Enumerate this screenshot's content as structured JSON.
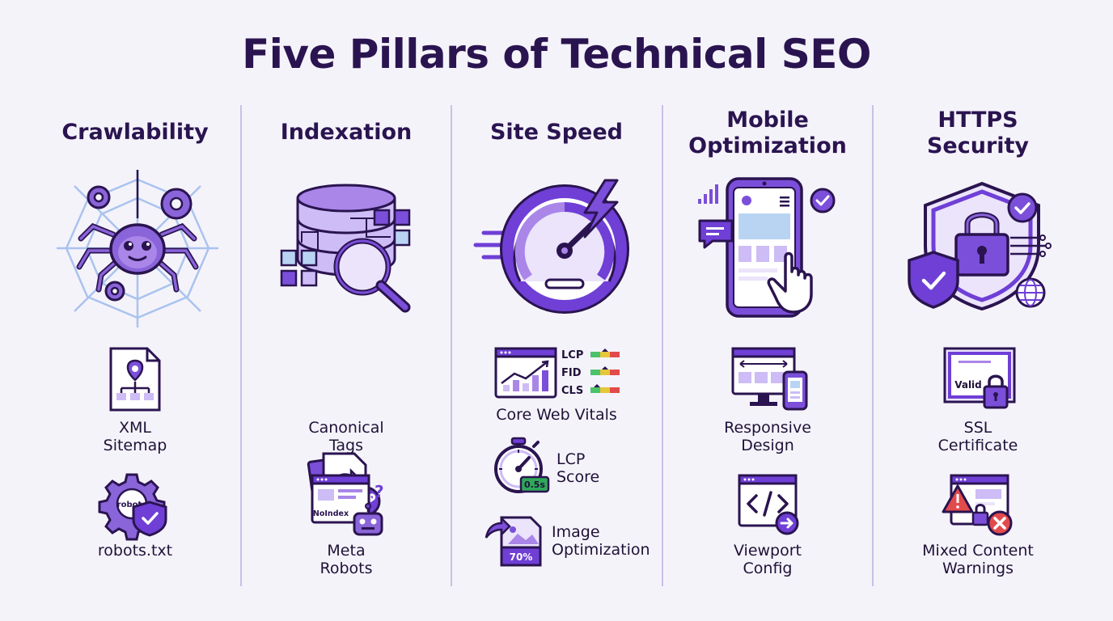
{
  "title": "Five Pillars of Technical SEO",
  "colors": {
    "primary": "#6f3fd6",
    "dark": "#2a1450",
    "light": "#cdbcf5",
    "pale": "#ebe4fb",
    "accent_blue": "#b9d4f3",
    "divider": "#cbbfe6",
    "red": "#e24b4b",
    "yellow": "#e6c63a",
    "green": "#4cc26a"
  },
  "pillars": [
    {
      "title_lines": [
        "Crawlability"
      ],
      "hero_icon": "spider-web-icon",
      "items": [
        {
          "icon": "xml-sitemap-icon",
          "label_lines": [
            "XML",
            "Sitemap"
          ]
        },
        {
          "icon": "robots-gear-icon",
          "badge": "robots",
          "label_lines": [
            "robots.txt"
          ]
        }
      ]
    },
    {
      "title_lines": [
        "Indexation"
      ],
      "hero_icon": "database-search-icon",
      "items": [
        {
          "icon": "canonical-tags-icon",
          "label_lines": [
            "Canonical",
            "Tags"
          ]
        },
        {
          "icon": "meta-robots-icon",
          "badge": "NoIndex",
          "label_lines": [
            "Meta",
            "Robots"
          ]
        }
      ]
    },
    {
      "title_lines": [
        "Site Speed"
      ],
      "hero_icon": "speedometer-icon",
      "items": [
        {
          "icon": "core-web-vitals-icon",
          "metrics": [
            "LCP",
            "FID",
            "CLS"
          ],
          "label_lines": [
            "Core Web Vitals"
          ]
        },
        {
          "icon": "stopwatch-icon",
          "badge": "0.5s",
          "label_lines": [
            "LCP",
            "Score"
          ]
        },
        {
          "icon": "image-optimization-icon",
          "badge": "70%",
          "label_lines": [
            "Image",
            "Optimization"
          ]
        }
      ]
    },
    {
      "title_lines": [
        "Mobile",
        "Optimization"
      ],
      "hero_icon": "smartphone-touch-icon",
      "items": [
        {
          "icon": "responsive-design-icon",
          "label_lines": [
            "Responsive",
            "Design"
          ]
        },
        {
          "icon": "viewport-code-icon",
          "label_lines": [
            "Viewport",
            "Config"
          ]
        }
      ]
    },
    {
      "title_lines": [
        "HTTPS",
        "Security"
      ],
      "hero_icon": "shield-lock-icon",
      "items": [
        {
          "icon": "ssl-certificate-icon",
          "badge": "Valid",
          "label_lines": [
            "SSL",
            "Certificate"
          ]
        },
        {
          "icon": "mixed-content-warning-icon",
          "label_lines": [
            "Mixed Content",
            "Warnings"
          ]
        }
      ]
    }
  ]
}
